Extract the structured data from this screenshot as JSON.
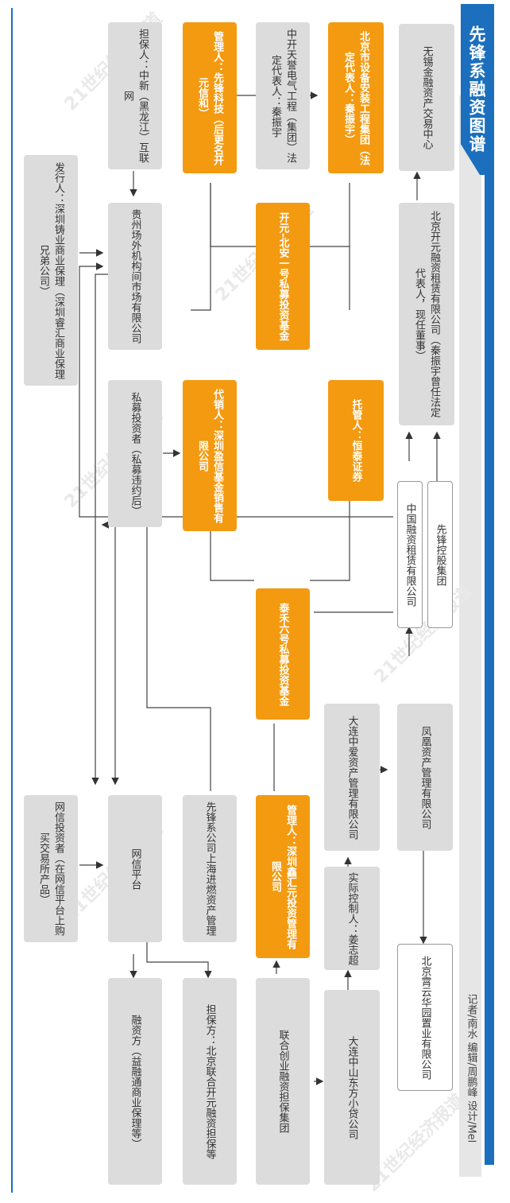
{
  "title": "先锋系融资图谱",
  "credits": "记者/南水  编辑/周鹏峰  设计/Mel",
  "watermark": "21世纪经济报道",
  "colors": {
    "accent": "#1b6fbd",
    "orange": "#f39a11",
    "gray": "#dcdcdc"
  },
  "nodes": {
    "wuxi": "无锡金融资产交易中心",
    "kaiyuan_leasing": "北京开元融资租赁有限公司（秦振宇曾任法定代表人，现任董事）",
    "xianfeng_group": "先锋控股集团",
    "zhongguo_leasing": "中国融资租赁有限公司",
    "fenghuang": "凤凰资产管理有限公司",
    "beijing_xiayun": "北京霄云华园置业有限公司",
    "beijing_shebei": "北京市设备安装工程集团（法定代表人：秦振宇）",
    "tuoguan": "托管人：恒泰证券",
    "dalian_zhongai": "大连中爱资产管理有限公司",
    "shiji_kongzhi": "实际控制人：姜志超",
    "dalian_zhongshan": "大连中山东方小贷公司",
    "zhongkai": "中开天誉电气工程（集团）法定代表人：秦振宇",
    "kaiyuan_fund": "开元-北安一号私募投资基金",
    "taihe_fund": "泰禾六号私募投资基金",
    "xinhuiyuan": "管理人：深圳鑫汇元投资管理有限公司",
    "lianhe": "联合创业融资担保集团",
    "guanli_xianfeng": "管理人：先锋科技（后更名开元信和）",
    "daixiao": "代销人：深圳盈信基金销售有限公司",
    "shanghai": "先锋系公司上海进燃资产管理",
    "danbao_fang": "担保方：北京联合开元融资担保等",
    "danbao_ren": "担保人：中新（黑龙江）互联网",
    "guizhou": "贵州场外机构间市场有限公司",
    "simu": "私募投资者（私募违约后）",
    "wangxin": "网信平台",
    "rongzi": "融资方（益融通商业保理等）",
    "faxing": "发行人：深圳铸业商业保理（深圳睿汇商业保理兄弟公司）",
    "wangxin_investor": "网信投资者（在网信平台上购买交易所产品）"
  }
}
